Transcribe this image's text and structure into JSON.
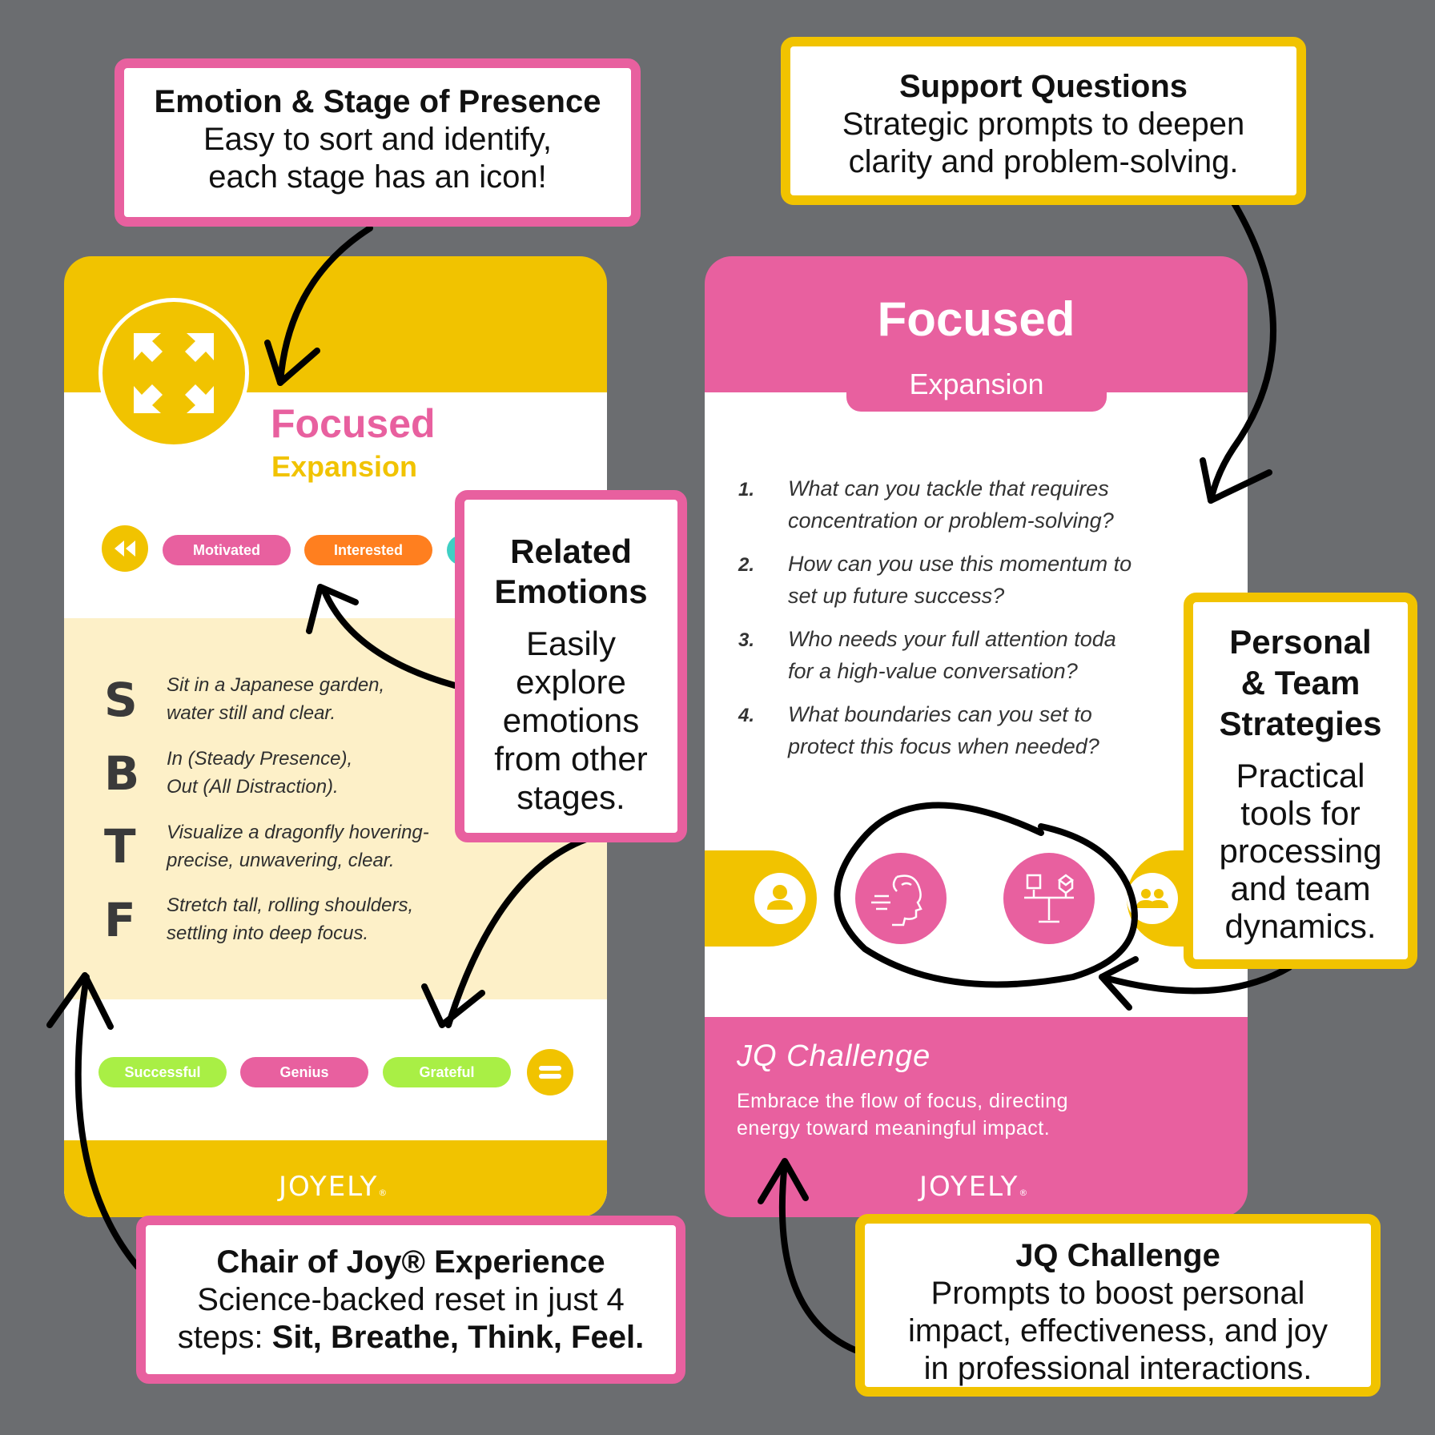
{
  "colors": {
    "background": "#6b6d70",
    "pink": "#e8609f",
    "gold": "#f1c300",
    "orange": "#ff7f1f",
    "lime": "#a9ef45",
    "teal": "#3fcfc4",
    "cream": "#fdf0c8"
  },
  "left_card": {
    "stage_icon": "expand-arrows-icon",
    "title": "Focused",
    "subtitle": "Expansion",
    "top_emotions": [
      "Motivated",
      "Interested"
    ],
    "sbtf": [
      {
        "letter": "S",
        "line1": "Sit in a Japanese garden,",
        "line2": "water still and clear."
      },
      {
        "letter": "B",
        "line1": "In (Steady Presence),",
        "line2": "Out (All Distraction)."
      },
      {
        "letter": "T",
        "line1": "Visualize a dragonfly hovering-",
        "line2": "precise, unwavering, clear."
      },
      {
        "letter": "F",
        "line1": "Stretch tall, rolling shoulders,",
        "line2": "settling into deep focus."
      }
    ],
    "bottom_emotions": [
      "Successful",
      "Genius",
      "Grateful"
    ],
    "brand": "JOYELY"
  },
  "right_card": {
    "title": "Focused",
    "subtitle": "Expansion",
    "questions": [
      {
        "num": "1.",
        "line1": "What can you tackle that requires",
        "line2": "concentration or problem-solving?"
      },
      {
        "num": "2.",
        "line1": "How can you use this momentum to",
        "line2": "set up future success?"
      },
      {
        "num": "3.",
        "line1": "Who needs your full attention toda",
        "line2": "for a high-value conversation?"
      },
      {
        "num": "4.",
        "line1": "What boundaries can you set to",
        "line2": "protect this focus when needed?"
      }
    ],
    "strategy_icons": [
      "person-icon",
      "breathing-face-icon",
      "balance-scale-icon",
      "team-icon"
    ],
    "jq_title": "JQ Challenge",
    "jq_line1": "Embrace the flow of focus, directing",
    "jq_line2": "energy toward meaningful impact.",
    "brand": "JOYELY"
  },
  "callouts": {
    "emotion_stage": {
      "title": "Emotion & Stage of Presence",
      "line1": "Easy to sort and identify,",
      "line2": "each stage has an icon!"
    },
    "support": {
      "title": "Support Questions",
      "line1": "Strategic prompts to deepen",
      "line2": "clarity and problem-solving."
    },
    "related": {
      "title1": "Related",
      "title2": "Emotions",
      "lines": [
        "Easily",
        "explore",
        "emotions",
        "from other",
        "stages."
      ]
    },
    "personal": {
      "title1": "Personal",
      "title2": "& Team",
      "title3": "Strategies",
      "lines": [
        "Practical",
        "tools for",
        "processing",
        "and team",
        "dynamics."
      ]
    },
    "chair": {
      "title": "Chair of Joy® Experience",
      "line1": "Science-backed reset in just 4",
      "line2_plain": "steps: ",
      "line2_bold": "Sit, Breathe, Think, Feel."
    },
    "jq": {
      "title": "JQ Challenge",
      "line1": "Prompts to boost personal",
      "line2": "impact, effectiveness, and joy",
      "line3": "in professional interactions."
    }
  }
}
